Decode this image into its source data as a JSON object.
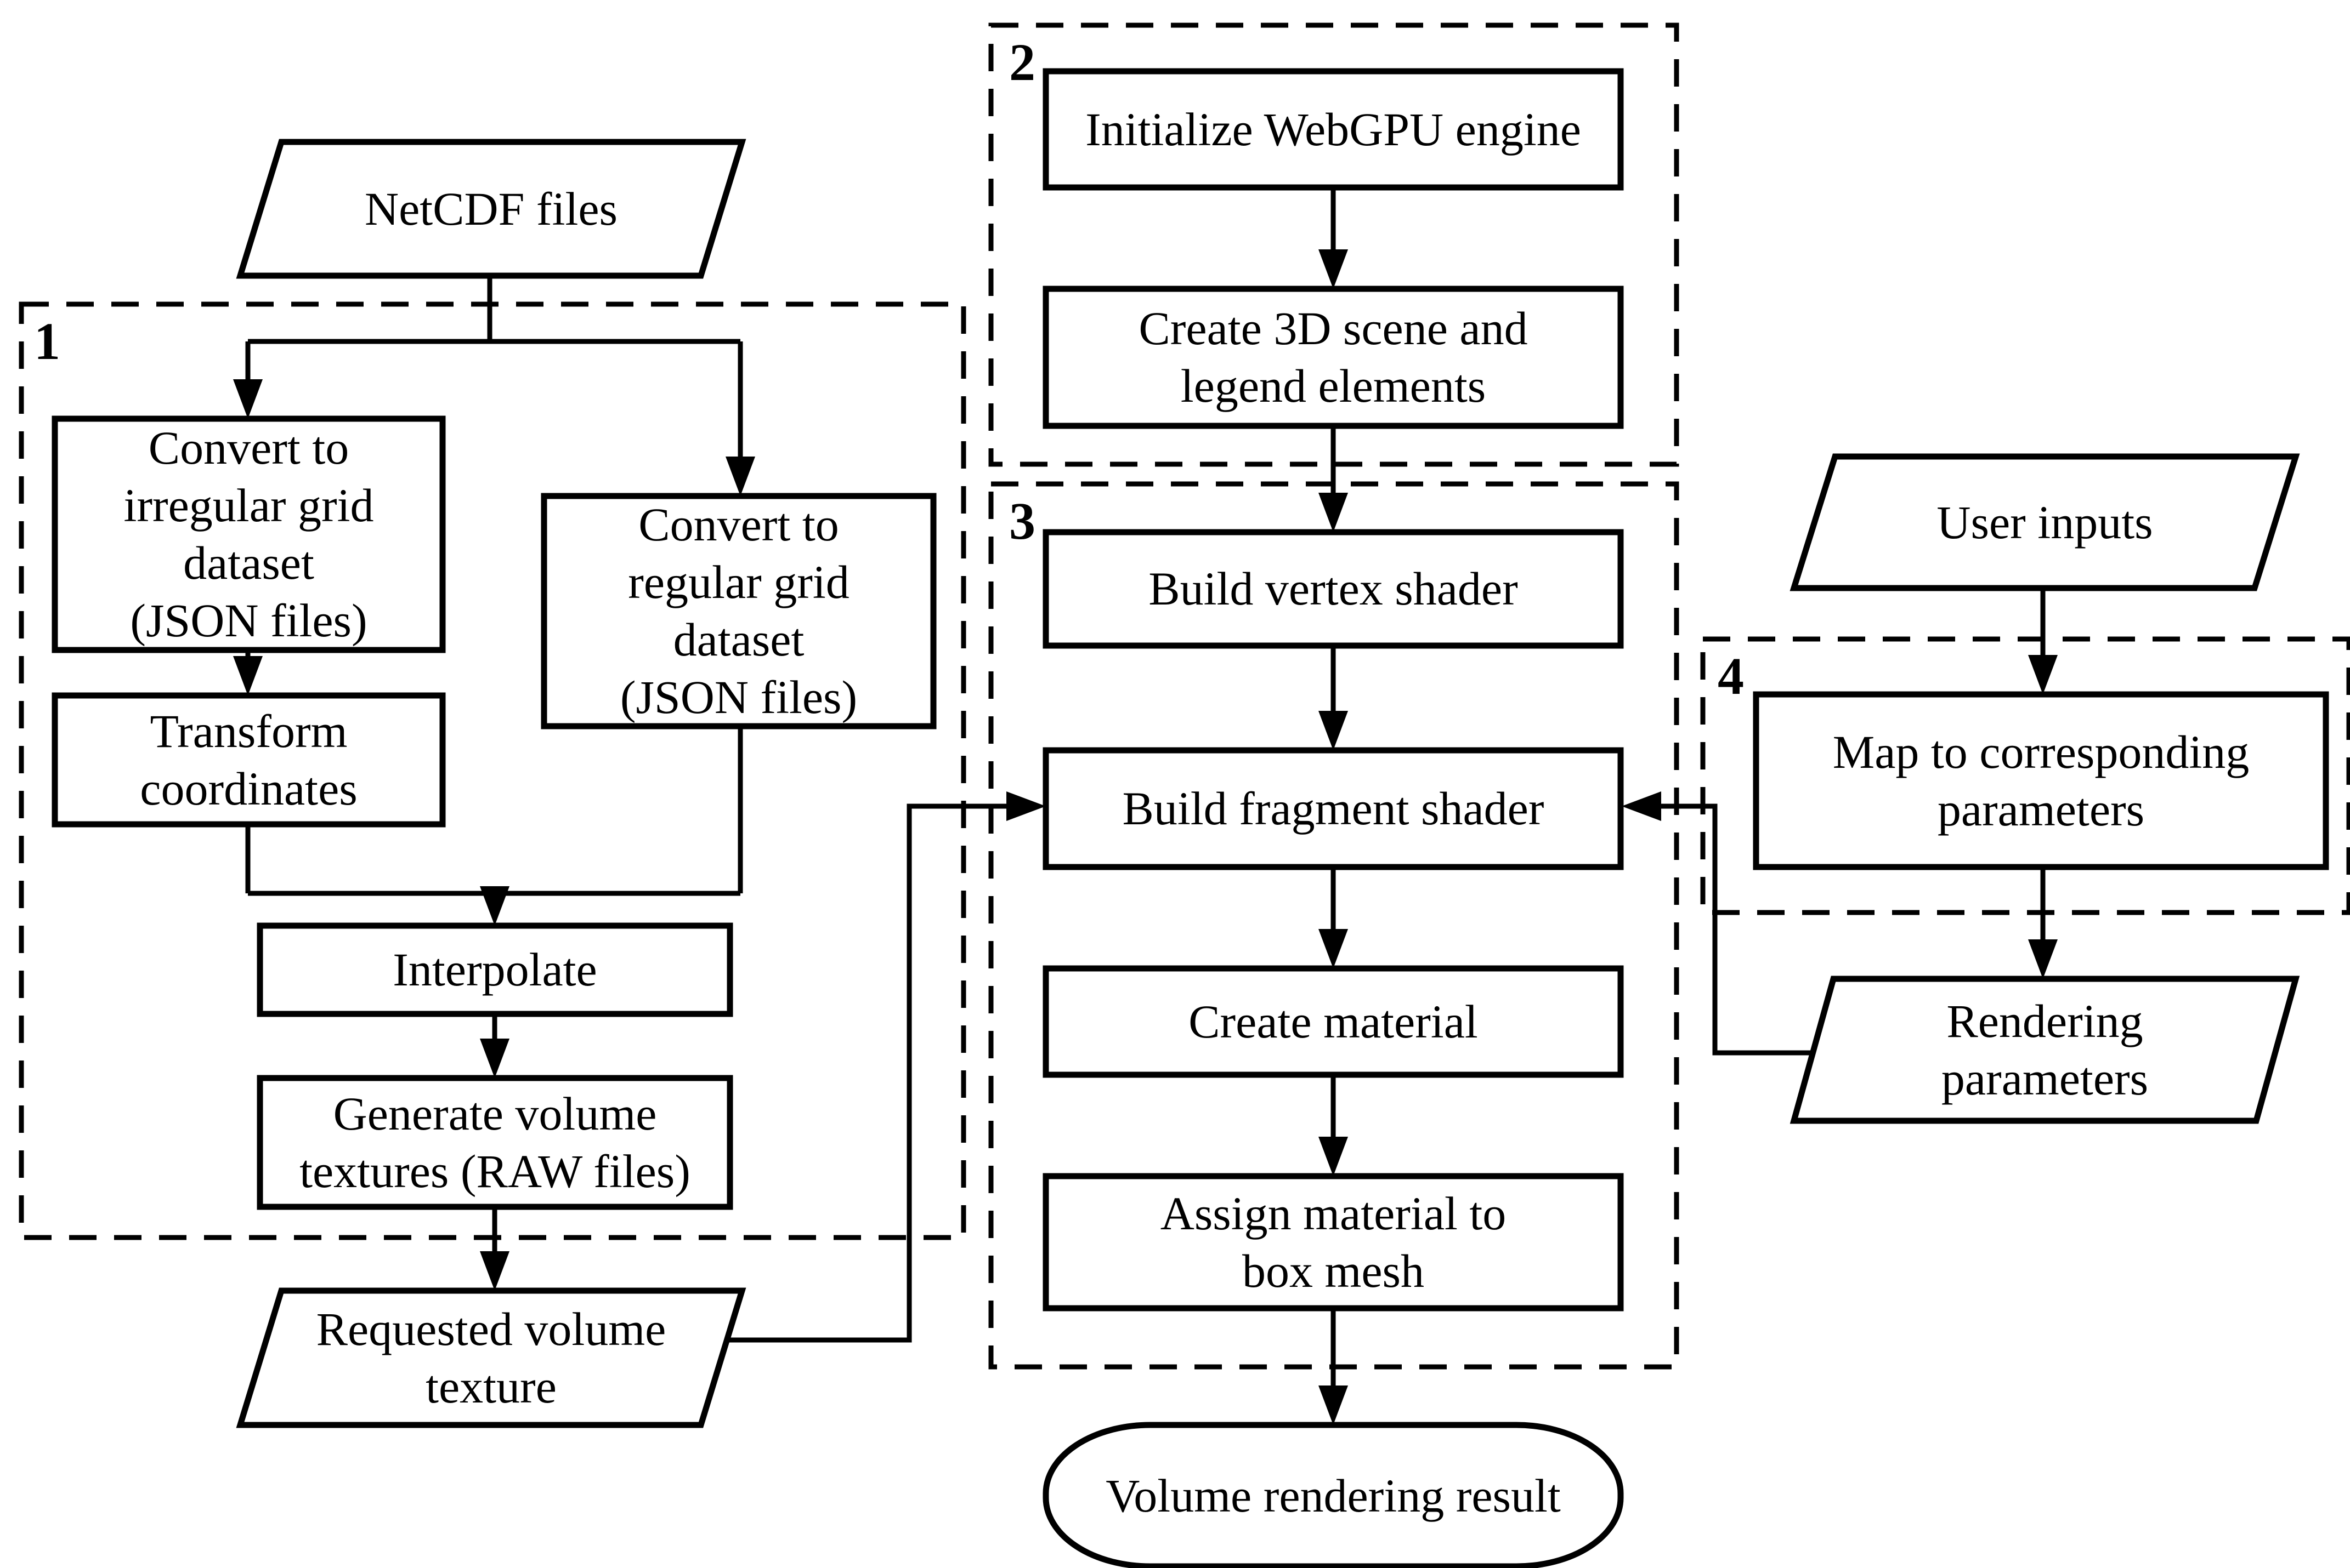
{
  "colors": {
    "background": "#ffffff",
    "stroke": "#000000",
    "text": "#000000"
  },
  "groups": {
    "g1": {
      "label": "1"
    },
    "g2": {
      "label": "2"
    },
    "g3": {
      "label": "3"
    },
    "g4": {
      "label": "4"
    }
  },
  "nodes": {
    "netcdf": {
      "shape": "parallelogram-io",
      "label": "NetCDF files"
    },
    "conv_irregular": {
      "shape": "process-rect",
      "label": "Convert to\nirregular grid\ndataset\n(JSON files)"
    },
    "conv_regular": {
      "shape": "process-rect",
      "label": "Convert to\nregular grid\ndataset\n(JSON files)"
    },
    "transform": {
      "shape": "process-rect",
      "label": "Transform\ncoordinates"
    },
    "interpolate": {
      "shape": "process-rect",
      "label": "Interpolate"
    },
    "generate": {
      "shape": "process-rect",
      "label": "Generate volume\ntextures (RAW files)"
    },
    "requested_volume": {
      "shape": "parallelogram-io",
      "label": "Requested volume\ntexture"
    },
    "init_webgpu": {
      "shape": "process-rect",
      "label": "Initialize WebGPU engine"
    },
    "create_scene": {
      "shape": "process-rect",
      "label": "Create 3D scene and\nlegend elements"
    },
    "build_vertex": {
      "shape": "process-rect",
      "label": "Build vertex shader"
    },
    "build_fragment": {
      "shape": "process-rect",
      "label": "Build fragment shader"
    },
    "create_material": {
      "shape": "process-rect",
      "label": "Create material"
    },
    "assign_material": {
      "shape": "process-rect",
      "label": "Assign material to\nbox mesh"
    },
    "volume_result": {
      "shape": "terminator-stadium",
      "label": "Volume rendering result"
    },
    "user_inputs": {
      "shape": "parallelogram-io",
      "label": "User inputs"
    },
    "map_params": {
      "shape": "process-rect",
      "label": "Map to corresponding\nparameters"
    },
    "render_params": {
      "shape": "parallelogram-io",
      "label": "Rendering\nparameters"
    }
  }
}
